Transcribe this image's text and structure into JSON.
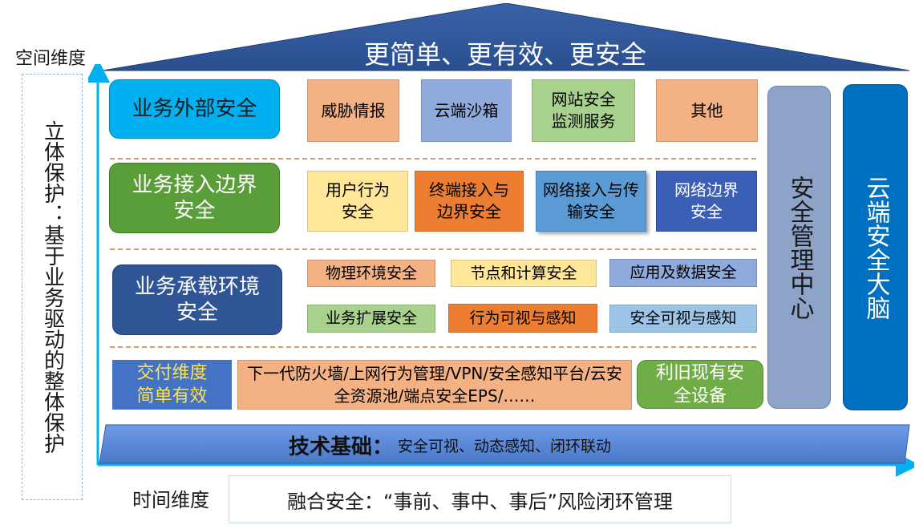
{
  "header": {
    "title": "更简单、更有效、更安全",
    "space_dimension": "空间维度",
    "time_dimension": "时间维度"
  },
  "left_panel": {
    "text": "立体保护：基于业务驱动的整体保护"
  },
  "rows": [
    {
      "label": "业务外部安全",
      "cells": [
        "威胁情报",
        "云端沙箱",
        "网站安全监测服务",
        "其他"
      ]
    },
    {
      "label": "业务接入边界安全",
      "cells": [
        "用户行为安全",
        "终端接入与边界安全",
        "网络接入与传输安全",
        "网络边界安全"
      ]
    },
    {
      "label": "业务承载环境安全",
      "cells": [
        "物理环境安全",
        "节点和计算安全",
        "应用及数据安全",
        "业务扩展安全",
        "行为可视与感知",
        "安全可视与感知"
      ]
    }
  ],
  "delivery": {
    "label": "交付维度简单有效",
    "items": "下一代防火墙/上网行为管理/VPN/安全感知平台/云安全资源池/端点安全EPS/……",
    "reuse": "利旧现有安全设备"
  },
  "columns": {
    "management": "安全管理中心",
    "brain": "云端安全大脑"
  },
  "foundation": {
    "title": "技术基础：",
    "detail": "安全可视、动态感知、闭环联动"
  },
  "fusion": "融合安全：“事前、事中、事后”风险闭环管理",
  "colors": {
    "roof": "#2f5597",
    "accent_blue": "#00b0f0",
    "green": "#5a9e3a",
    "navy": "#2f5597",
    "axis": "#00b0f0"
  }
}
